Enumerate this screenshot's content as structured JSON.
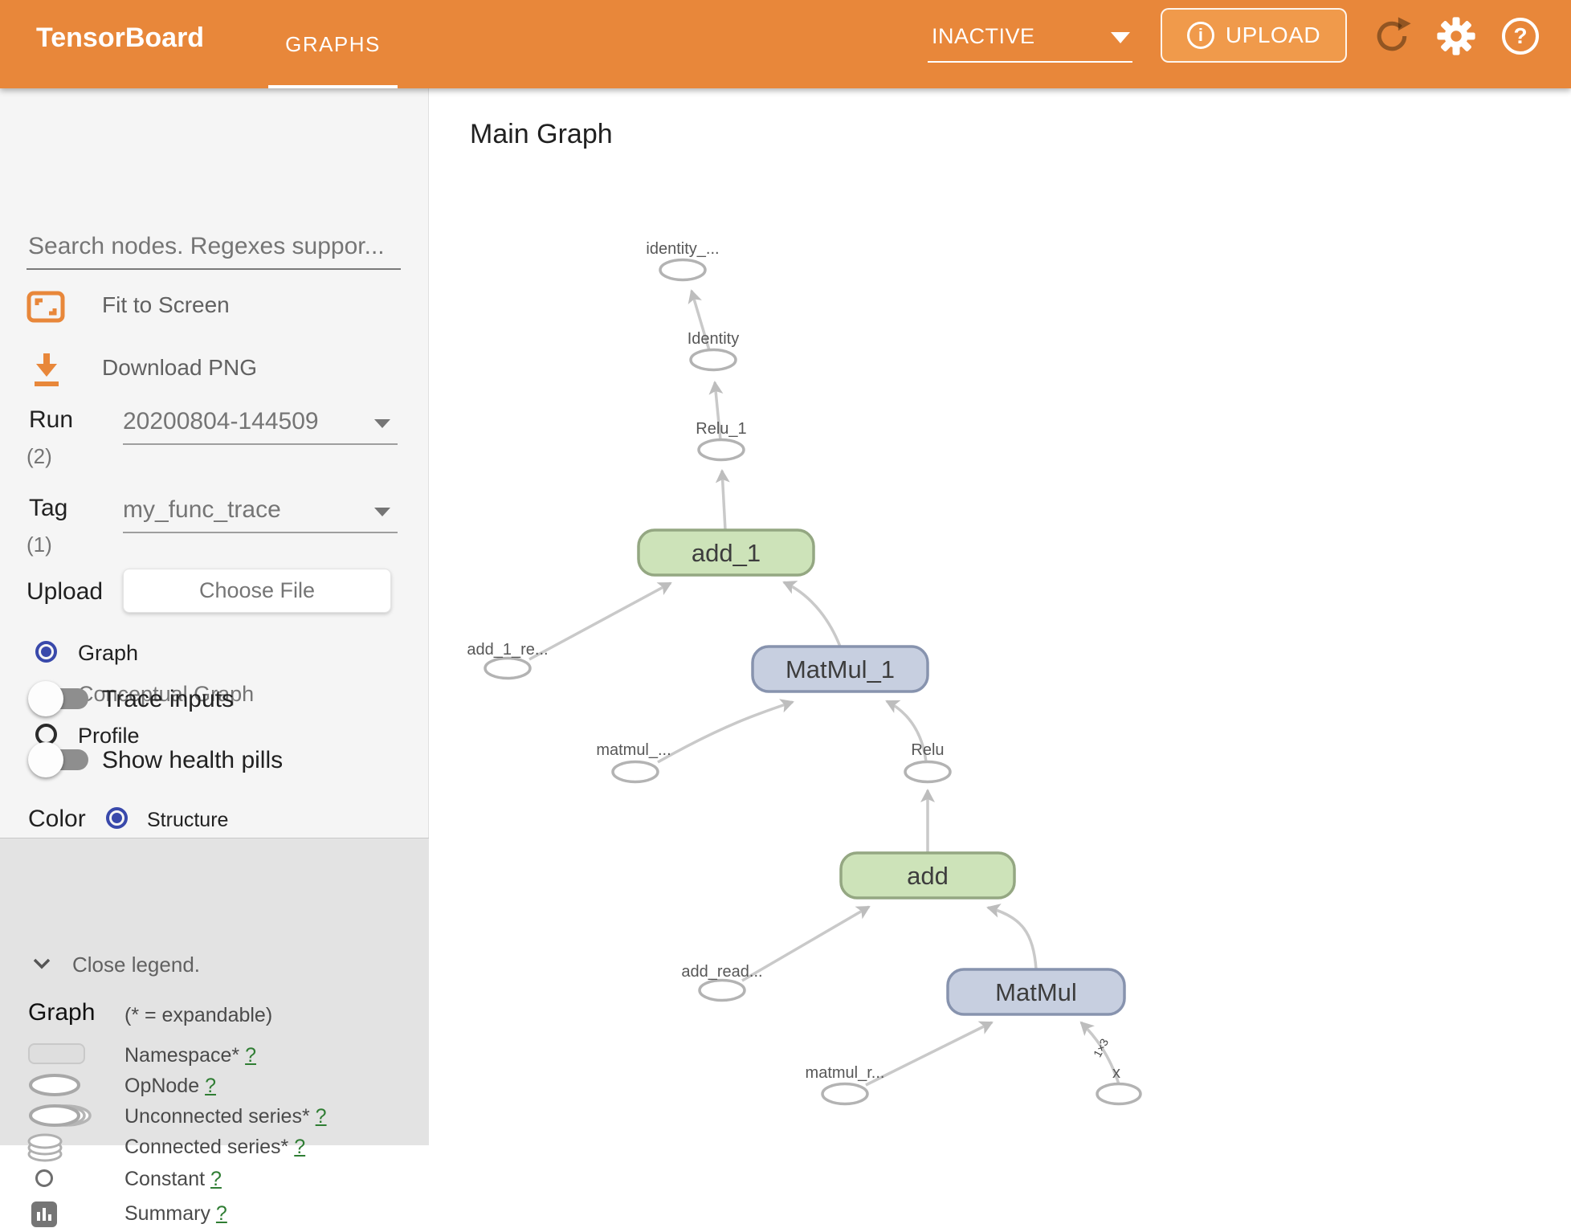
{
  "header": {
    "app_title": "TensorBoard",
    "tab_graphs": "GRAPHS",
    "status": "INACTIVE",
    "upload": "UPLOAD"
  },
  "sidebar": {
    "search_placeholder": "Search nodes. Regexes suppor...",
    "fit_to_screen": "Fit to Screen",
    "download_png": "Download PNG",
    "run": {
      "label": "Run",
      "count": "(2)",
      "value": "20200804-144509"
    },
    "tag": {
      "label": "Tag",
      "count": "(1)",
      "value": "my_func_trace"
    },
    "upload": {
      "label": "Upload",
      "button": "Choose File"
    },
    "options": {
      "graph": "Graph",
      "conceptual": "Conceptual Graph",
      "profile": "Profile"
    },
    "toggles": {
      "trace_inputs": "Trace inputs",
      "show_health_pills": "Show health pills"
    },
    "color": {
      "label": "Color",
      "structure": "Structure"
    }
  },
  "legend": {
    "close_label": "Close legend.",
    "section_title": "Graph",
    "expandable_note": "(* = expandable)",
    "items": [
      {
        "label": "Namespace*",
        "help": "?"
      },
      {
        "label": "OpNode",
        "help": "?"
      },
      {
        "label": "Unconnected series*",
        "help": "?"
      },
      {
        "label": "Connected series*",
        "help": "?"
      },
      {
        "label": "Constant",
        "help": "?"
      },
      {
        "label": "Summary",
        "help": "?"
      }
    ]
  },
  "main": {
    "title": "Main Graph"
  },
  "graph": {
    "nodes": {
      "identity_out": "identity_...",
      "identity": "Identity",
      "relu_1": "Relu_1",
      "add_1": "add_1",
      "add_1_read": "add_1_re...",
      "matmul_1": "MatMul_1",
      "matmul_1_read": "matmul_...",
      "relu": "Relu",
      "add": "add",
      "add_read": "add_read...",
      "matmul": "MatMul",
      "matmul_read": "matmul_r...",
      "x": "x"
    },
    "edge_shape_label": "1×3"
  },
  "colors": {
    "header_orange": "#e8873a",
    "upload_button_orange": "#f09a4b",
    "radio_selected_blue": "#3949ab",
    "node_green_fill": "#cde3b9",
    "node_green_border": "#94a782",
    "node_blue_fill": "#c7cfe0",
    "node_blue_border": "#8793ae",
    "help_link_green": "#2f7d33",
    "edge_gray": "#c9c9c9"
  }
}
